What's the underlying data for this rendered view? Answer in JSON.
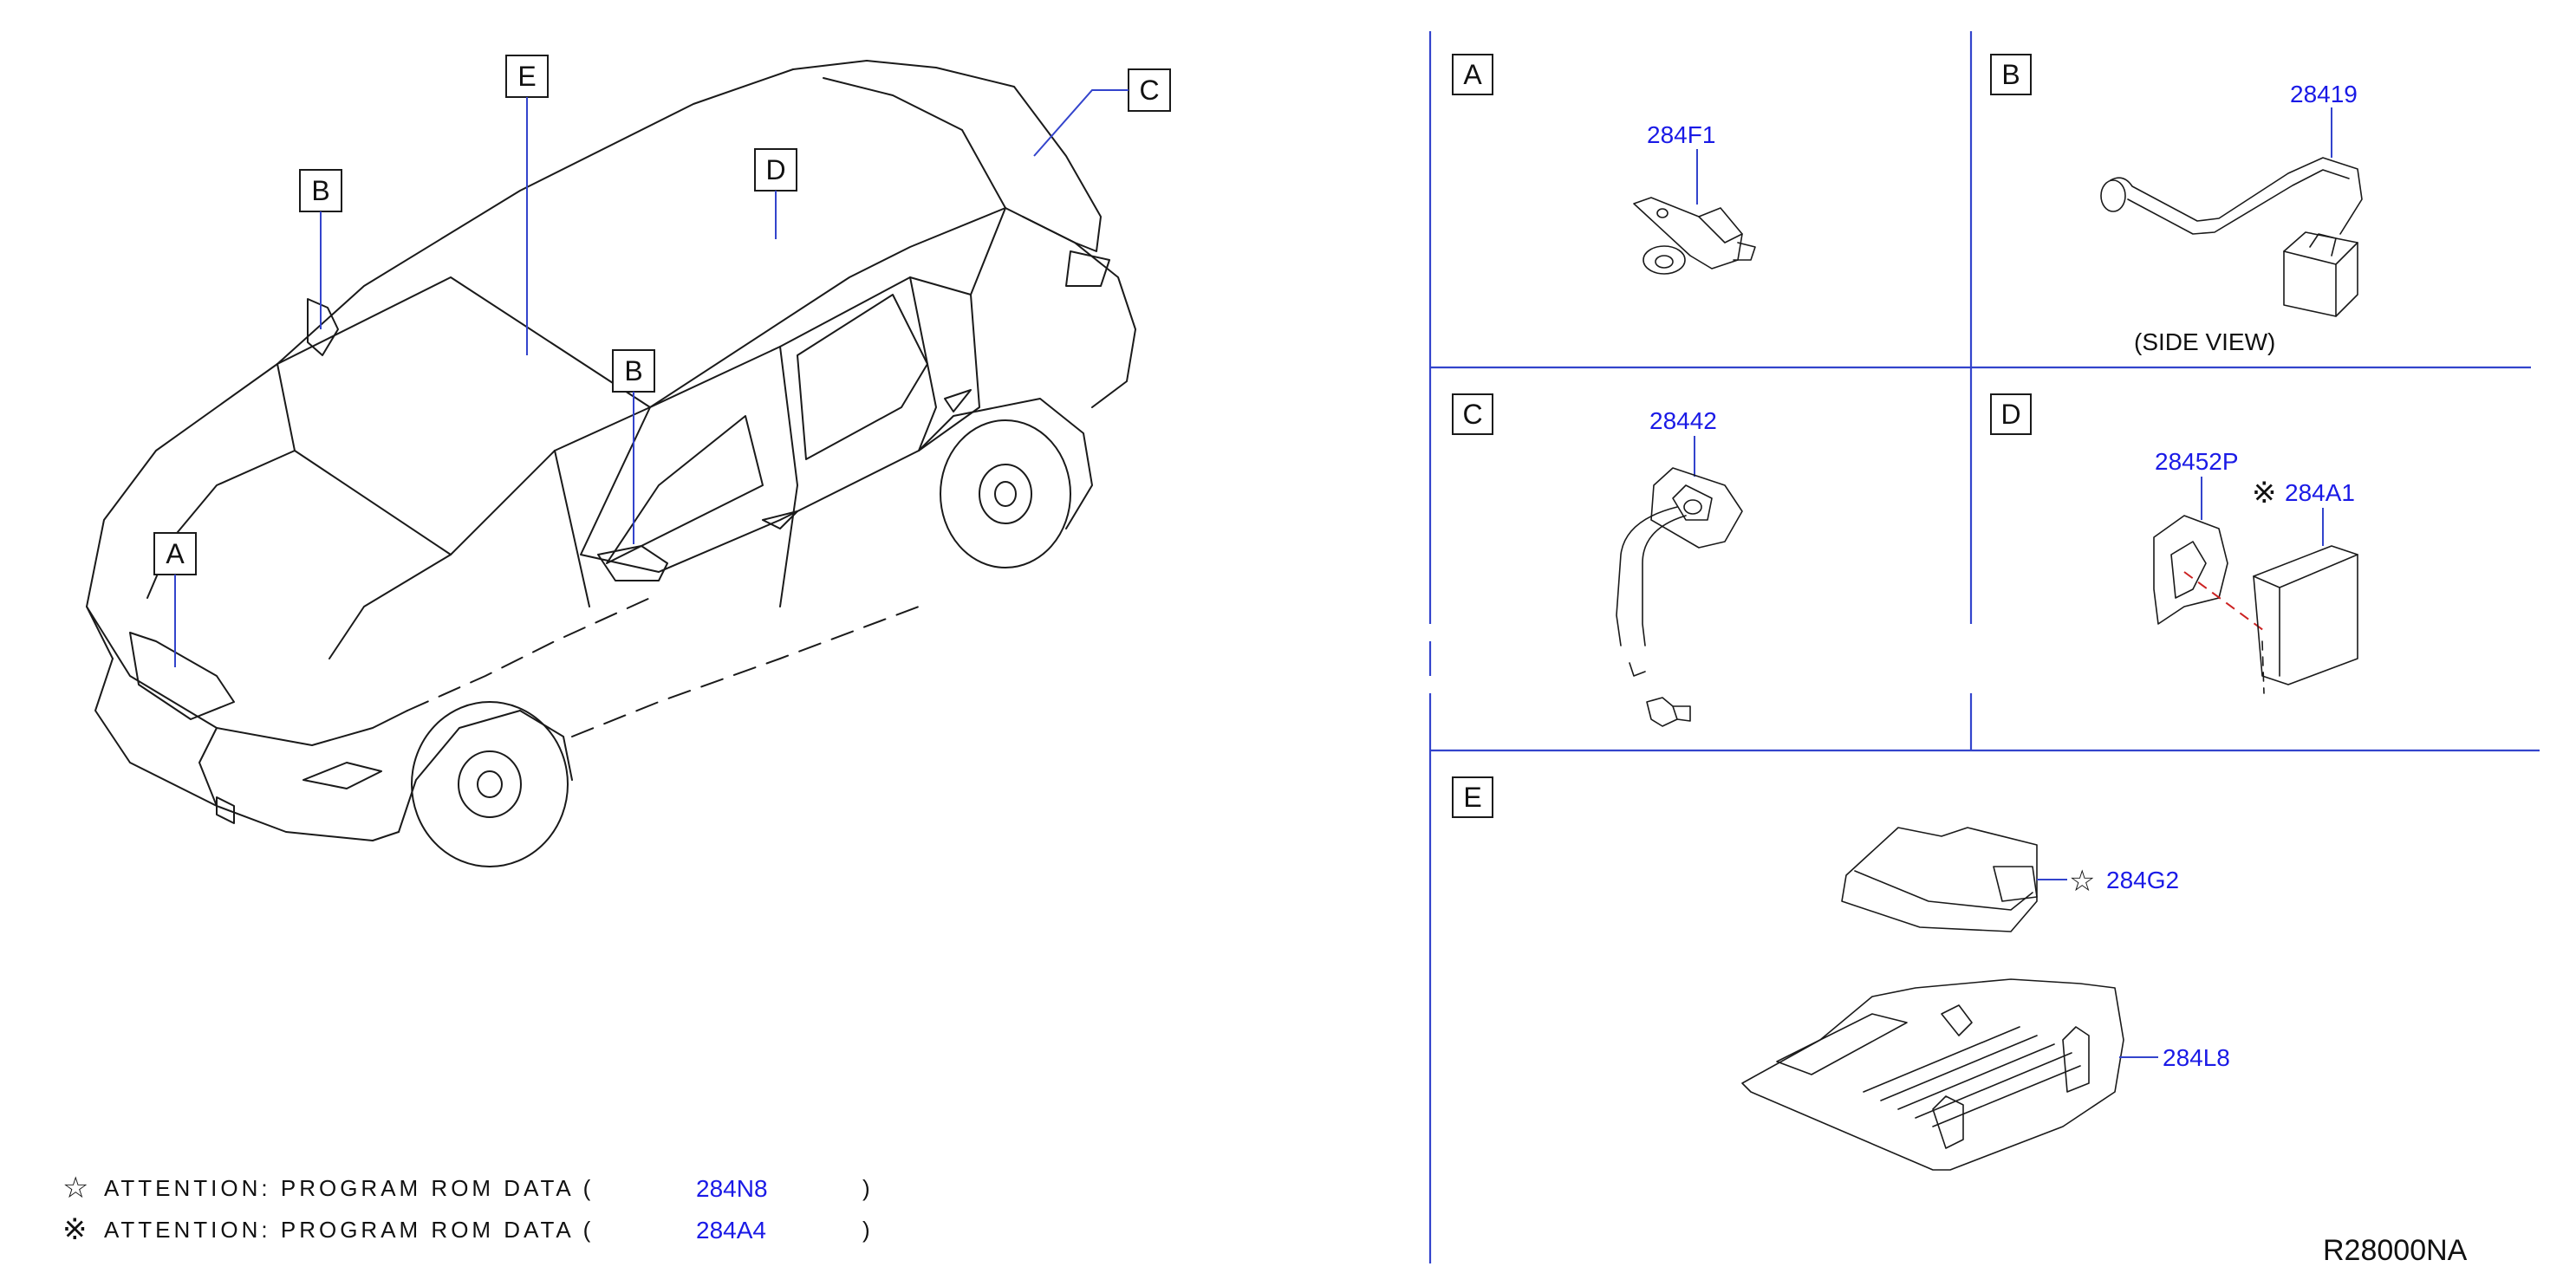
{
  "callouts": {
    "a": "A",
    "b": "B",
    "c": "C",
    "d": "D",
    "e": "E"
  },
  "parts": {
    "a": "284F1",
    "b": "28419",
    "b_view": "(SIDE   VIEW)",
    "c": "28442",
    "d_bracket": "28452P",
    "d_mark": "※",
    "d_module": "284A1",
    "e_mark": "☆",
    "e_upper": "284G2",
    "e_lower": "284L8"
  },
  "notes": [
    {
      "symbol": "☆",
      "text": "ATTENTION:  PROGRAM  ROM  DATA  (",
      "part": "284N8",
      "close": ")"
    },
    {
      "symbol": "※",
      "text": "ATTENTION:  PROGRAM  ROM  DATA  (",
      "part": "284A4",
      "close": ")"
    }
  ],
  "diagram_code": "R28000NA",
  "colors": {
    "line": "#1a1a1a",
    "accent_blue": "#3344cc",
    "part_text": "#1a1ae6"
  }
}
